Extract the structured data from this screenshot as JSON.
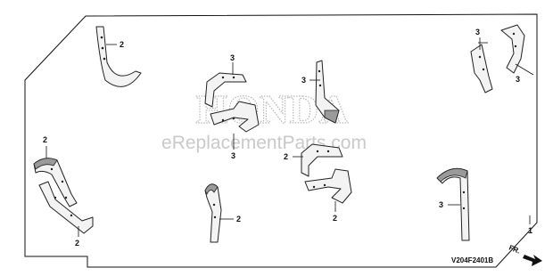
{
  "watermark": {
    "brand": "HONDA",
    "site": "eReplacementParts.com"
  },
  "callouts": {
    "left_top": "2",
    "center_top_a": "3",
    "center_top_b": "3",
    "center_mid": "3",
    "right_top_a": "3",
    "right_top_b": "3",
    "left_bottom_a": "2",
    "left_bottom_b": "2",
    "center_bottom": "2",
    "center_right_a": "2",
    "center_right_b": "2",
    "right_bottom": "3",
    "kit": "1"
  },
  "direction_label": "FR.",
  "diagram_code": "V204F2401B",
  "colors": {
    "line": "#111111",
    "part_fill": "#f3f3f3",
    "watermark": "#b8b8b8"
  }
}
